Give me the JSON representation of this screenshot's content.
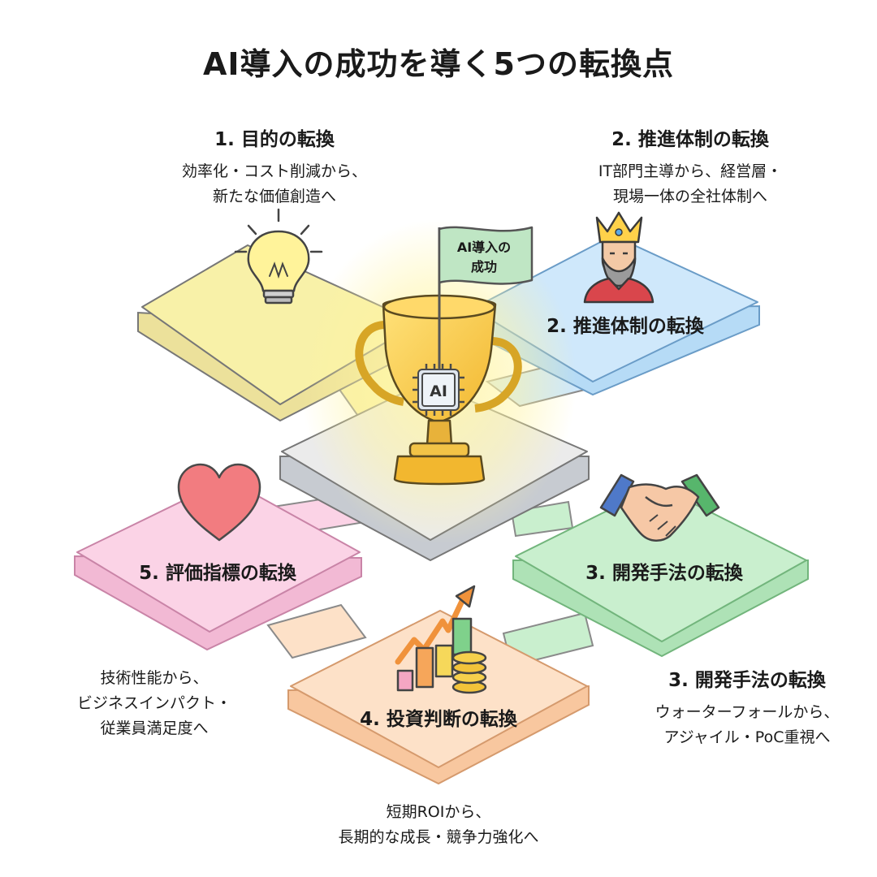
{
  "title": "AI導入の成功を導く5つの転換点",
  "center": {
    "flag_label_line1": "AI導入の",
    "flag_label_line2": "成功",
    "chip_label": "AI"
  },
  "points": [
    {
      "heading": "1. 目的の転換",
      "lines": [
        "効率化・コスト削減から、",
        "新たな価値創造へ"
      ],
      "tile_label": "",
      "color": "#f8f1a8",
      "icon": "light-bulb-icon"
    },
    {
      "heading": "2. 推進体制の転換",
      "lines": [
        "IT部門主導から、経営層・",
        "現場一体の全社体制へ"
      ],
      "tile_label": "2. 推進体制の転換",
      "color": "#cfe8fb",
      "icon": "king-icon"
    },
    {
      "heading": "3. 開発手法の転換",
      "lines": [
        "ウォーターフォールから、",
        "アジャイル・PoC重視へ"
      ],
      "tile_label": "3. 開発手法の転換",
      "color": "#c9efce",
      "icon": "handshake-icon"
    },
    {
      "heading": "",
      "lines": [
        "短期ROIから、",
        "長期的な成長・競争力強化へ"
      ],
      "tile_label": "4. 投資判断の転換",
      "color": "#fde1c8",
      "icon": "growth-chart-icon"
    },
    {
      "heading": "",
      "lines": [
        "技術性能から、",
        "ビジネスインパクト・",
        "従業員満足度へ"
      ],
      "tile_label": "5. 評価指標の転換",
      "color": "#fbd3e6",
      "icon": "heart-icon"
    }
  ]
}
